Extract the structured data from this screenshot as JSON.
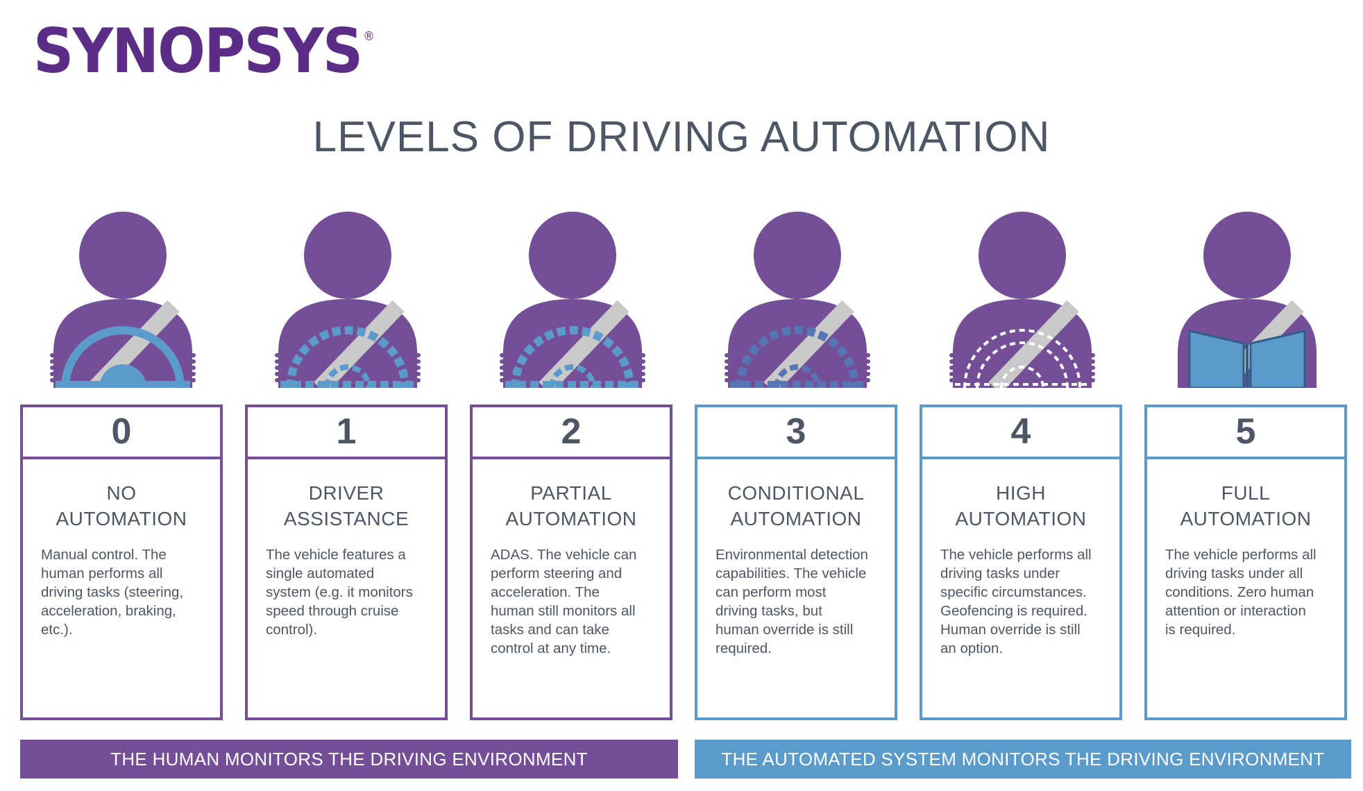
{
  "logo": {
    "text": "SYNOPSYS",
    "mark": "®"
  },
  "title": "LEVELS OF DRIVING AUTOMATION",
  "colors": {
    "purple": "#744f97",
    "blue": "#5a9bcb",
    "gray_text": "#4d5665",
    "belt": "#c9c9c9"
  },
  "levels": [
    {
      "number": "0",
      "name_line1": "NO",
      "name_line2": "AUTOMATION",
      "description": [
        "Manual control. The",
        "human performs all",
        "driving tasks (steering,",
        "acceleration, braking,",
        "etc.)."
      ],
      "icon": "driver-steering-wheel-solid-icon"
    },
    {
      "number": "1",
      "name_line1": "DRIVER",
      "name_line2": "ASSISTANCE",
      "description": [
        "The vehicle features a",
        "single automated",
        "system (e.g. it monitors",
        "speed through cruise",
        "control)."
      ],
      "icon": "driver-steering-wheel-partial-dashed-icon"
    },
    {
      "number": "2",
      "name_line1": "PARTIAL",
      "name_line2": "AUTOMATION",
      "description": [
        "ADAS. The vehicle can",
        "perform steering and",
        "acceleration. The",
        "human still monitors all",
        "tasks and can take",
        "control at any time."
      ],
      "icon": "driver-steering-wheel-dashed-icon"
    },
    {
      "number": "3",
      "name_line1": "CONDITIONAL",
      "name_line2": "AUTOMATION",
      "description": [
        "Environmental detection",
        "capabilities. The vehicle",
        "can perform most",
        "driving tasks, but",
        "human override is still",
        "required."
      ],
      "icon": "driver-steering-wheel-faded-icon"
    },
    {
      "number": "4",
      "name_line1": "HIGH",
      "name_line2": "AUTOMATION",
      "description": [
        "The vehicle performs all",
        "driving tasks under",
        "specific circumstances.",
        "Geofencing is required.",
        "Human override is still",
        "an option."
      ],
      "icon": "driver-steering-wheel-outline-icon"
    },
    {
      "number": "5",
      "name_line1": "FULL",
      "name_line2": "AUTOMATION",
      "description": [
        "The vehicle performs all",
        "driving tasks under all",
        "conditions. Zero human",
        "attention or interaction",
        "is required."
      ],
      "icon": "driver-reading-book-icon"
    }
  ],
  "banners": {
    "human": "THE HUMAN MONITORS THE DRIVING ENVIRONMENT",
    "system": "THE AUTOMATED SYSTEM MONITORS THE DRIVING ENVIRONMENT"
  }
}
